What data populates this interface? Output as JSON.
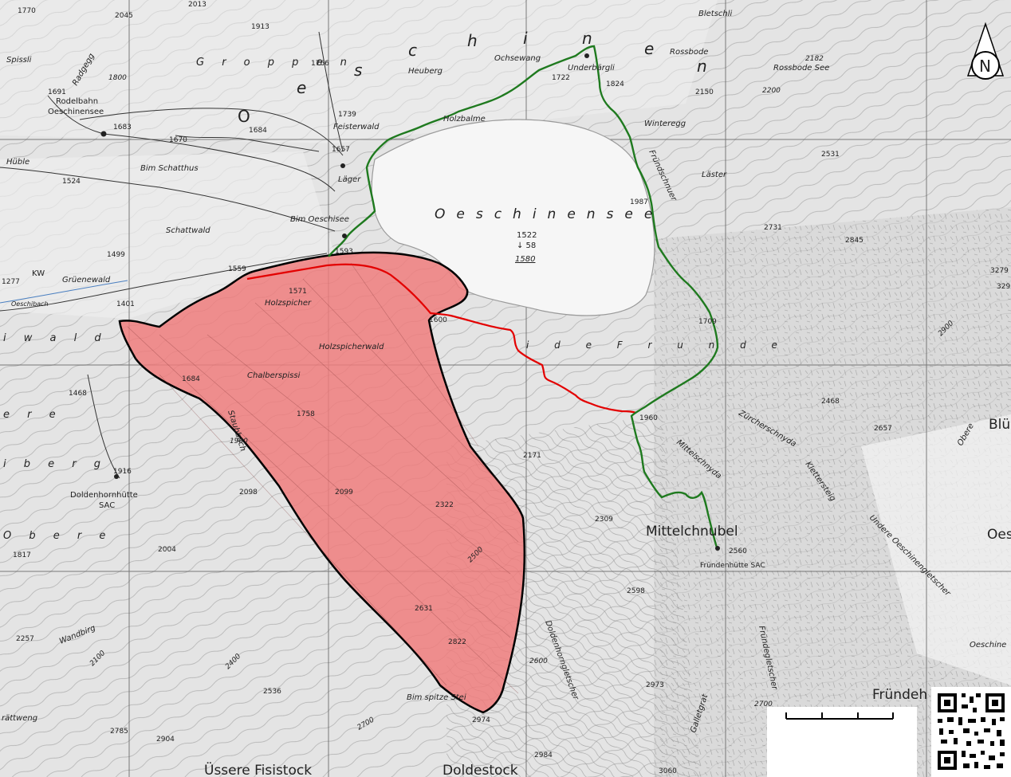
{
  "map": {
    "lake_name": "Oeschinensee",
    "lake_elevation": "1522",
    "lake_depth": "↓ 58",
    "lake_level": "1580",
    "colors": {
      "hazard_fill": "#f07a7a",
      "hazard_outline": "#000000",
      "route_green": "#1f7a1f",
      "route_red": "#e30000",
      "lake": "#f4f4f4",
      "terrain": "#dcdcdc"
    },
    "north_arrow_letter": "N",
    "labels": {
      "spissli": "Spissli",
      "rodelbahn1": "Rodelbahn",
      "rodelbahn2": "Oeschinensee",
      "radgegg": "Radgegg",
      "huble": "Hüble",
      "bim_schatthus": "Bim Schatthus",
      "schattwald": "Schattwald",
      "gruenewald": "Grüenewald",
      "oeschibach": "Oeschibach",
      "lager": "Läger",
      "bim_oeschisee": "Bim Oeschisee",
      "feisterwald": "Feisterwald",
      "holzbalme": "Holzbalme",
      "heuberg": "Heuberg",
      "ochsewang": "Ochsewang",
      "underbargli": "Underbärgli",
      "bletschli": "Bletschli",
      "rossbode": "Rossbode",
      "rossbode_see": "Rossbode See",
      "winteregg": "Winteregg",
      "laster": "Läster",
      "frundschnuer": "Fründschnuer",
      "holzspicher": "Holzspicher",
      "holzspicherwald": "Holzspicherwald",
      "chalberspissi": "Chalberspissi",
      "staubbach": "Staubbach",
      "i_de_frunde": "i  d e  F r u n d e",
      "zurcherschnyda": "Zürcherschnyda",
      "mittelschnyda": "Mittelschnyda",
      "klettersteig": "Klettersteig",
      "mittelchnubel": "Mittelchnubel",
      "frundenhutte": "Fründenhütte SAC",
      "doldenhornhutte1": "Doldenhornhütte",
      "doldenhornhutte2": "SAC",
      "bim_spitze_stei": "Bim spitze Stei",
      "ussere_fisistock": "Üssere Fisistock",
      "doldestock": "Doldestock",
      "frundeh": "Fründeh",
      "oes": "Oes",
      "blu": "Blü",
      "oeschine": "Oeschine",
      "wandbirg": "Wandbirg",
      "rattweng": "rättweng",
      "obere_right": "Obere",
      "oberegletscher": "Undere Oeschinengletscher",
      "doldenhorngletscher": "Doldenhorngletscher",
      "fründegletscher": "Fründegletscher",
      "galletgrat": "Galletgrat",
      "kw": "KW",
      "groppen": "G r o p p e n",
      "walld": "i  w  a  l  d",
      "obere_left": "O b e r e",
      "iberg": "i  b  e  r  g",
      "rere": "e r e",
      "o_big": "O",
      "e_big": "e",
      "s_big": "s",
      "c_big": "c",
      "h_big": "h",
      "i_big": "i",
      "n_big": "n",
      "e2_big": "e",
      "n2_big": "n"
    },
    "elevations": [
      "1770",
      "2045",
      "1913",
      "2013",
      "1766",
      "1800",
      "1691",
      "1683",
      "1670",
      "1684",
      "1739",
      "1657",
      "1524",
      "1593",
      "1499",
      "1559",
      "1277",
      "1401",
      "1468",
      "1571",
      "1600",
      "1684",
      "1758",
      "1900",
      "1916",
      "2098",
      "2099",
      "2322",
      "2004",
      "1817",
      "2309",
      "2500",
      "2631",
      "2822",
      "2257",
      "2100",
      "2400",
      "2536",
      "2904",
      "2785",
      "2700",
      "2974",
      "2984",
      "3060",
      "2973",
      "2700",
      "2600",
      "2598",
      "2560",
      "2171",
      "1960",
      "2468",
      "2657",
      "2845",
      "2731",
      "2531",
      "2182",
      "2150",
      "2200",
      "1987",
      "1709",
      "1722",
      "1824",
      "2900",
      "3279",
      "329"
    ]
  }
}
